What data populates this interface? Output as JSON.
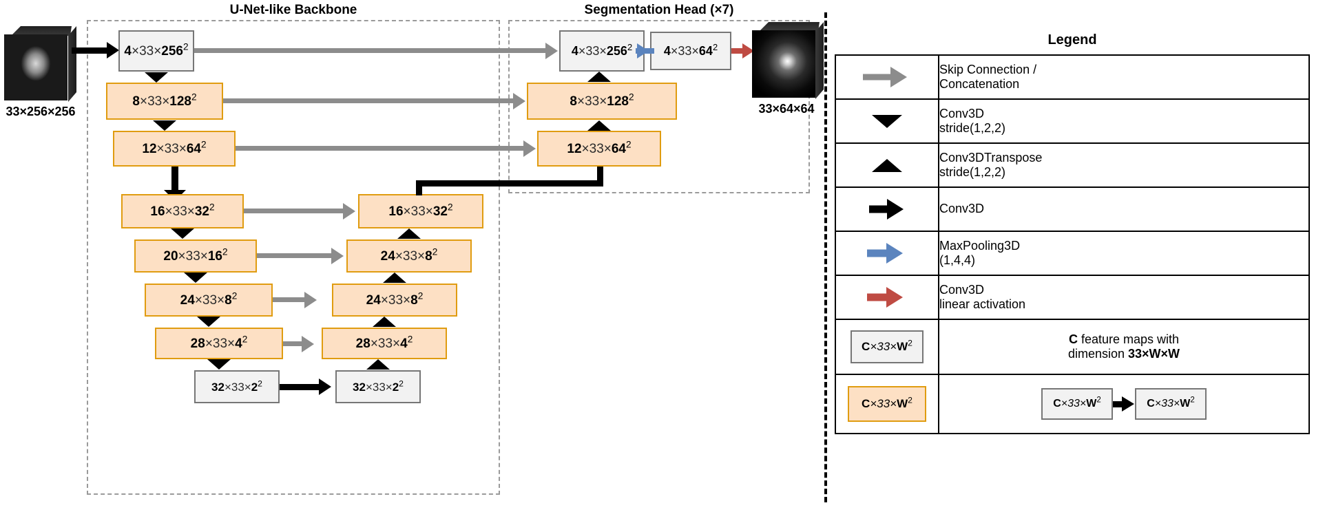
{
  "sections": {
    "backbone_title": "U-Net-like Backbone",
    "head_title": "Segmentation Head (×7)"
  },
  "input_volume": {
    "caption": "33×256×256",
    "name": "input-mri-volume"
  },
  "output_volume": {
    "caption": "33×64×64",
    "name": "output-prediction-volume"
  },
  "encoder": [
    {
      "c": "4",
      "mid": "33",
      "w": "256",
      "style": "grey"
    },
    {
      "c": "8",
      "mid": "33",
      "w": "128",
      "style": "orange"
    },
    {
      "c": "12",
      "mid": "33",
      "w": "64",
      "style": "orange"
    },
    {
      "c": "16",
      "mid": "33",
      "w": "32",
      "style": "orange"
    },
    {
      "c": "20",
      "mid": "33",
      "w": "16",
      "style": "orange"
    },
    {
      "c": "24",
      "mid": "33",
      "w": "8",
      "style": "orange"
    },
    {
      "c": "28",
      "mid": "33",
      "w": "4",
      "style": "orange"
    },
    {
      "c": "32",
      "mid": "33",
      "w": "2",
      "style": "grey"
    }
  ],
  "decoder": [
    {
      "c": "32",
      "mid": "33",
      "w": "2",
      "style": "grey"
    },
    {
      "c": "28",
      "mid": "33",
      "w": "4",
      "style": "orange"
    },
    {
      "c": "24",
      "mid": "33",
      "w": "8",
      "style": "orange"
    },
    {
      "c": "24",
      "mid": "33",
      "w": "8",
      "style": "orange"
    },
    {
      "c": "16",
      "mid": "33",
      "w": "32",
      "style": "orange"
    }
  ],
  "head": [
    {
      "c": "12",
      "mid": "33",
      "w": "64",
      "style": "orange"
    },
    {
      "c": "8",
      "mid": "33",
      "w": "128",
      "style": "orange"
    },
    {
      "c": "4",
      "mid": "33",
      "w": "256",
      "style": "grey"
    },
    {
      "c": "4",
      "mid": "33",
      "w": "64",
      "style": "grey"
    }
  ],
  "legend": {
    "title": "Legend",
    "rows": [
      {
        "symbol": "skip-connection-arrow",
        "lines": [
          "Skip Connection /",
          "Concatenation"
        ]
      },
      {
        "symbol": "conv3d-down-triangle",
        "lines": [
          "Conv3D",
          "stride(1,2,2)"
        ]
      },
      {
        "symbol": "conv3dtranspose-up-triangle",
        "lines": [
          "Conv3DTranspose",
          "stride(1,2,2)"
        ]
      },
      {
        "symbol": "conv3d-black-arrow",
        "lines": [
          "Conv3D"
        ]
      },
      {
        "symbol": "maxpooling3d-blue-arrow",
        "lines": [
          "MaxPooling3D",
          "(1,4,4)"
        ]
      },
      {
        "symbol": "conv3d-linear-red-arrow",
        "lines": [
          "Conv3D",
          "linear activation"
        ]
      }
    ],
    "box_row": {
      "sample": {
        "c": "C",
        "mid": "33",
        "w": "W",
        "style": "grey"
      },
      "desc_prefix": "C",
      "desc_mid": " feature maps with",
      "desc_line2_prefix": "dimension ",
      "desc_line2_bold": "33×W×W"
    },
    "last_row": {
      "left_sample": {
        "c": "C",
        "mid": "33",
        "w": "W",
        "style": "orange"
      },
      "right_from": {
        "c": "C",
        "mid": "33",
        "w": "W",
        "style": "grey"
      },
      "right_to": {
        "c": "C",
        "mid": "33",
        "w": "W",
        "style": "grey"
      }
    }
  },
  "colors": {
    "orange_fill": "#fde0c4",
    "orange_border": "#e09c10",
    "grey_fill": "#f2f2f2",
    "grey_border": "#767676",
    "skip_arrow": "#8c8c8c",
    "maxpool_arrow": "#5b84be",
    "linear_arrow": "#bf4b43",
    "black": "#000000"
  }
}
